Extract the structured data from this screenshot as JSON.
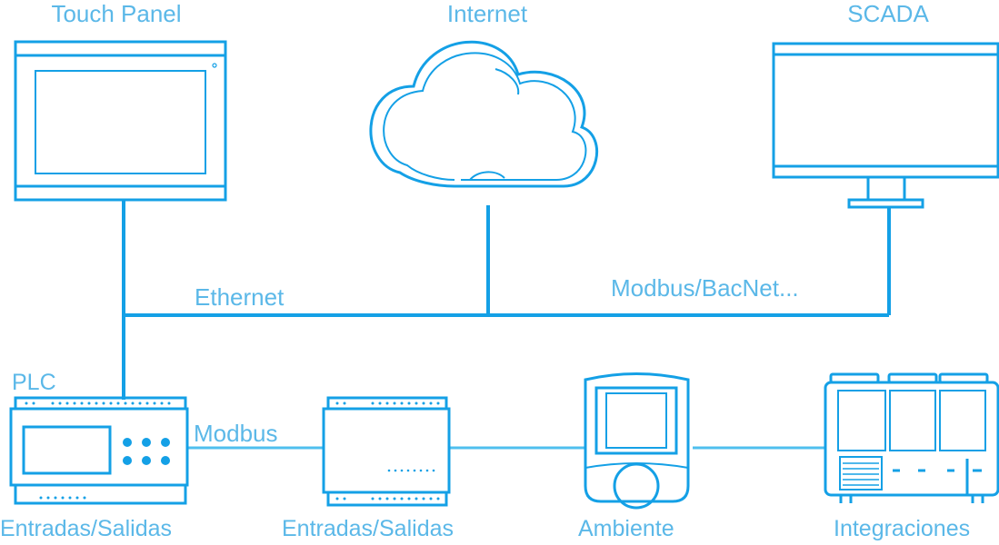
{
  "labels": {
    "touch_panel": "Touch Panel",
    "internet": "Internet",
    "scada": "SCADA",
    "ethernet": "Ethernet",
    "modbus_bacnet": "Modbus/BacNet...",
    "plc": "PLC",
    "modbus": "Modbus",
    "io_1": "Entradas/Salidas",
    "io_2": "Entradas/Salidas",
    "ambiente": "Ambiente",
    "integraciones": "Integraciones"
  },
  "colors": {
    "accent": "#14a0e6",
    "line_light": "#4fbfee",
    "text": "#5bb8e8"
  }
}
